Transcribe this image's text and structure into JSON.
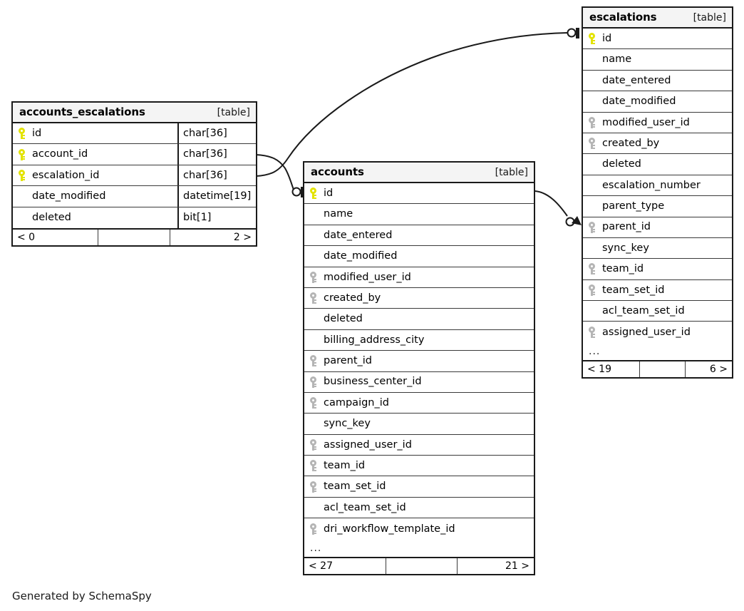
{
  "diagram": {
    "caption": "Generated by SchemaSpy",
    "table_tag": "[table]",
    "ellipsis": "...",
    "colors": {
      "primary_key": "#e3e300",
      "foreign_key": "#b5b5b5",
      "border": "#1a1a1a",
      "header_background": "#f4f4f4",
      "background": "#ffffff"
    }
  },
  "tables": {
    "accounts_escalations": {
      "name": "accounts_escalations",
      "tag": "[table]",
      "columns": [
        {
          "key": "pk",
          "name": "id",
          "type": "char[36]"
        },
        {
          "key": "pk",
          "name": "account_id",
          "type": "char[36]"
        },
        {
          "key": "pk",
          "name": "escalation_id",
          "type": "char[36]"
        },
        {
          "key": "",
          "name": "date_modified",
          "type": "datetime[19]"
        },
        {
          "key": "",
          "name": "deleted",
          "type": "bit[1]"
        }
      ],
      "footer": {
        "left": "< 0",
        "middle": "",
        "right": "2 >"
      }
    },
    "accounts": {
      "name": "accounts",
      "tag": "[table]",
      "columns": [
        {
          "key": "pk",
          "name": "id"
        },
        {
          "key": "",
          "name": "name"
        },
        {
          "key": "",
          "name": "date_entered"
        },
        {
          "key": "",
          "name": "date_modified"
        },
        {
          "key": "fk",
          "name": "modified_user_id"
        },
        {
          "key": "fk",
          "name": "created_by"
        },
        {
          "key": "",
          "name": "deleted"
        },
        {
          "key": "",
          "name": "billing_address_city"
        },
        {
          "key": "fk",
          "name": "parent_id"
        },
        {
          "key": "fk",
          "name": "business_center_id"
        },
        {
          "key": "fk",
          "name": "campaign_id"
        },
        {
          "key": "",
          "name": "sync_key"
        },
        {
          "key": "fk",
          "name": "assigned_user_id"
        },
        {
          "key": "fk",
          "name": "team_id"
        },
        {
          "key": "fk",
          "name": "team_set_id"
        },
        {
          "key": "",
          "name": "acl_team_set_id"
        },
        {
          "key": "fk",
          "name": "dri_workflow_template_id"
        }
      ],
      "more": "...",
      "footer": {
        "left": "< 27",
        "middle": "",
        "right": "21 >"
      }
    },
    "escalations": {
      "name": "escalations",
      "tag": "[table]",
      "columns": [
        {
          "key": "pk",
          "name": "id"
        },
        {
          "key": "",
          "name": "name"
        },
        {
          "key": "",
          "name": "date_entered"
        },
        {
          "key": "",
          "name": "date_modified"
        },
        {
          "key": "fk",
          "name": "modified_user_id"
        },
        {
          "key": "fk",
          "name": "created_by"
        },
        {
          "key": "",
          "name": "deleted"
        },
        {
          "key": "",
          "name": "escalation_number"
        },
        {
          "key": "",
          "name": "parent_type"
        },
        {
          "key": "fk",
          "name": "parent_id"
        },
        {
          "key": "",
          "name": "sync_key"
        },
        {
          "key": "fk",
          "name": "team_id"
        },
        {
          "key": "fk",
          "name": "team_set_id"
        },
        {
          "key": "",
          "name": "acl_team_set_id"
        },
        {
          "key": "fk",
          "name": "assigned_user_id"
        }
      ],
      "more": "...",
      "footer": {
        "left": "< 19",
        "middle": "",
        "right": "6 >"
      }
    }
  },
  "relationships": [
    {
      "name": "accounts_escalations.account_id-to-accounts.id",
      "from": "accounts_escalations.account_id",
      "to": "accounts.id"
    },
    {
      "name": "accounts_escalations.escalation_id-to-escalations.id",
      "from": "accounts_escalations.escalation_id",
      "to": "escalations.id"
    },
    {
      "name": "accounts.id-to-escalations.parent_id",
      "from": "accounts.id",
      "to": "escalations.parent_id"
    }
  ]
}
